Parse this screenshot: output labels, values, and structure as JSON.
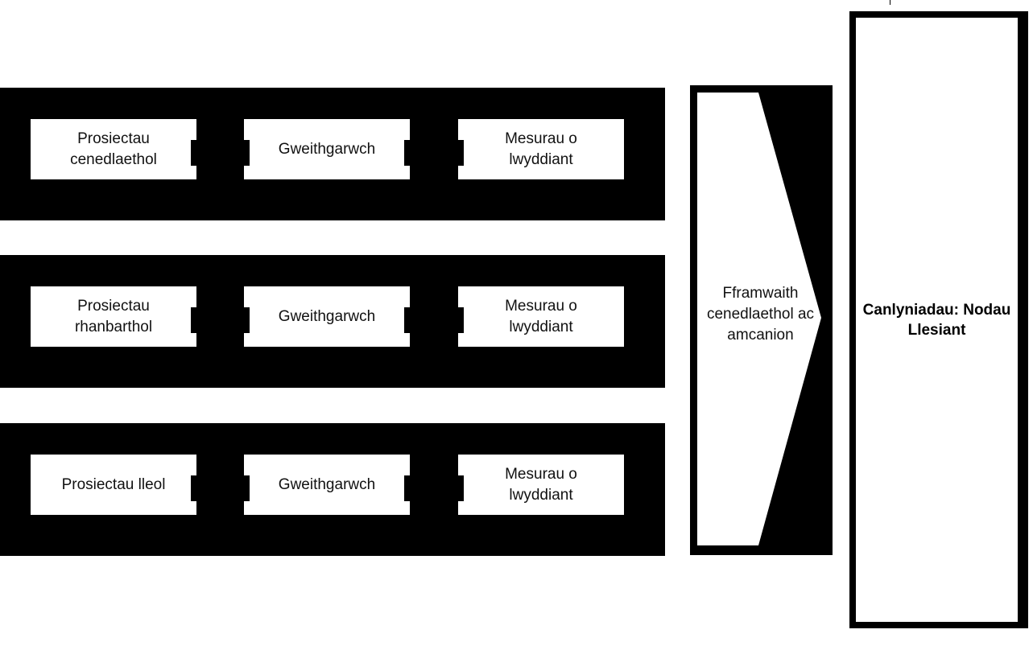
{
  "rows": [
    {
      "project": "Prosiectau cenedlaethol",
      "activity": "Gweithgarwch",
      "measures": "Mesurau o lwyddiant"
    },
    {
      "project": "Prosiectau rhanbarthol",
      "activity": "Gweithgarwch",
      "measures": "Mesurau o lwyddiant"
    },
    {
      "project": "Prosiectau lleol",
      "activity": "Gweithgarwch",
      "measures": "Mesurau o lwyddiant"
    }
  ],
  "framework": {
    "label": "Fframwaith cenedlaethol ac amcanion"
  },
  "outcomes": {
    "label": "Canlyniadau: Nodau Llesiant"
  },
  "colors": {
    "fill": "#000000",
    "box": "#ffffff"
  }
}
